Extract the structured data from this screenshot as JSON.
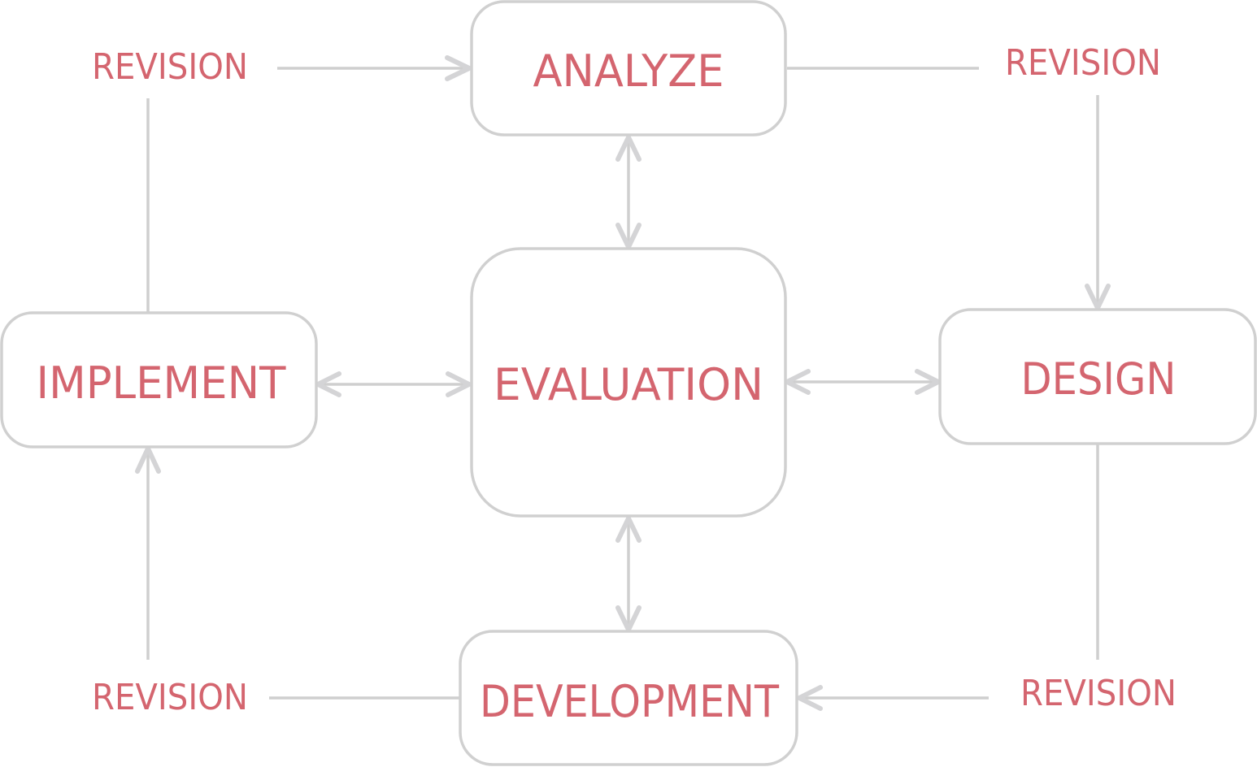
{
  "diagram": {
    "colors": {
      "text": "#d4656f",
      "stroke": "#d0d0d0"
    },
    "nodes": {
      "analyze": "ANALYZE",
      "design": "DESIGN",
      "development": "DEVELOPMENT",
      "implement": "IMPLEMENT",
      "evaluation": "EVALUATION"
    },
    "revisions": {
      "top_left": "REVISION",
      "top_right": "REVISION",
      "bottom_right": "REVISION",
      "bottom_left": "REVISION"
    },
    "edges": [
      {
        "from": "implement",
        "via": "revision",
        "to": "analyze"
      },
      {
        "from": "analyze",
        "via": "revision",
        "to": "design"
      },
      {
        "from": "design",
        "via": "revision",
        "to": "development"
      },
      {
        "from": "development",
        "via": "revision",
        "to": "implement"
      },
      {
        "from": "evaluation",
        "to": "analyze",
        "bidirectional": true
      },
      {
        "from": "evaluation",
        "to": "design",
        "bidirectional": true
      },
      {
        "from": "evaluation",
        "to": "development",
        "bidirectional": true
      },
      {
        "from": "evaluation",
        "to": "implement",
        "bidirectional": true
      }
    ]
  }
}
